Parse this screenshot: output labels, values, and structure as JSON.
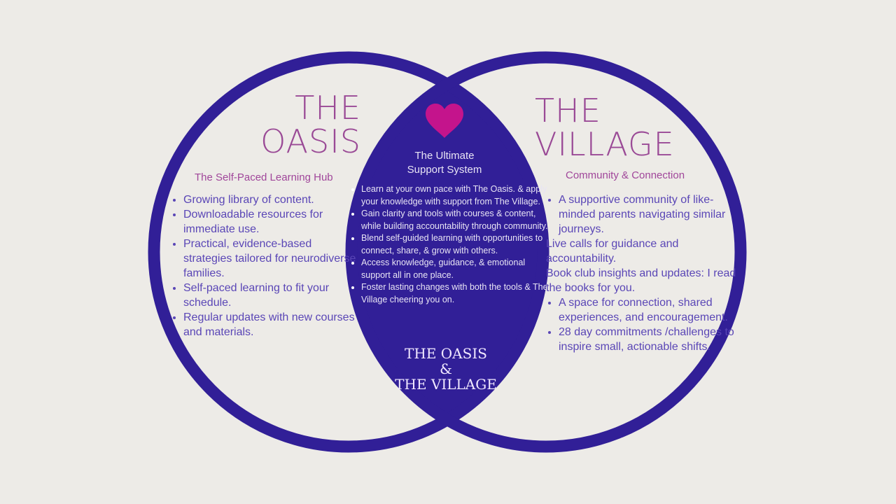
{
  "colors": {
    "ring": "#311f97",
    "heart": "#c4148c",
    "title": "#9a4a96",
    "list_text": "#5a46b6",
    "background": "#edebe7"
  },
  "left": {
    "title_line1": "THE",
    "title_line2": "OASIS",
    "subtitle": "The Self-Paced Learning Hub",
    "items": [
      "Growing library of content.",
      "Downloadable resources for immediate use.",
      "Practical, evidence-based strategies tailored for neurodiverse families.",
      "Self-paced learning to fit your schedule.",
      "Regular updates with new courses and materials."
    ]
  },
  "right": {
    "title_line1": "THE",
    "title_line2": "VILLAGE",
    "subtitle": "Community & Connection",
    "items": [
      "A supportive community of like-minded parents navigating similar journeys.",
      "Live calls for guidance and accountability.",
      "Book club insights and updates: I read the books for you.",
      "A space for connection, shared experiences, and encouragement.",
      "28 day commitments /challenges to inspire small, actionable shifts."
    ]
  },
  "middle": {
    "icon": "heart-icon",
    "title_line1": "The Ultimate",
    "title_line2": "Support System",
    "items": [
      "Learn at your own pace with The Oasis. & apply your knowledge with support from The Village.",
      "Gain clarity and tools with courses & content, while building accountability through community.",
      "Blend self-guided learning with opportunities to connect, share, & grow with others.",
      "Access knowledge, guidance, & emotional support all in one place.",
      "Foster lasting changes with both the tools & The Village cheering you on."
    ],
    "footer_line1": "THE OASIS",
    "footer_line2": "&",
    "footer_line3": "THE VILLAGE"
  }
}
